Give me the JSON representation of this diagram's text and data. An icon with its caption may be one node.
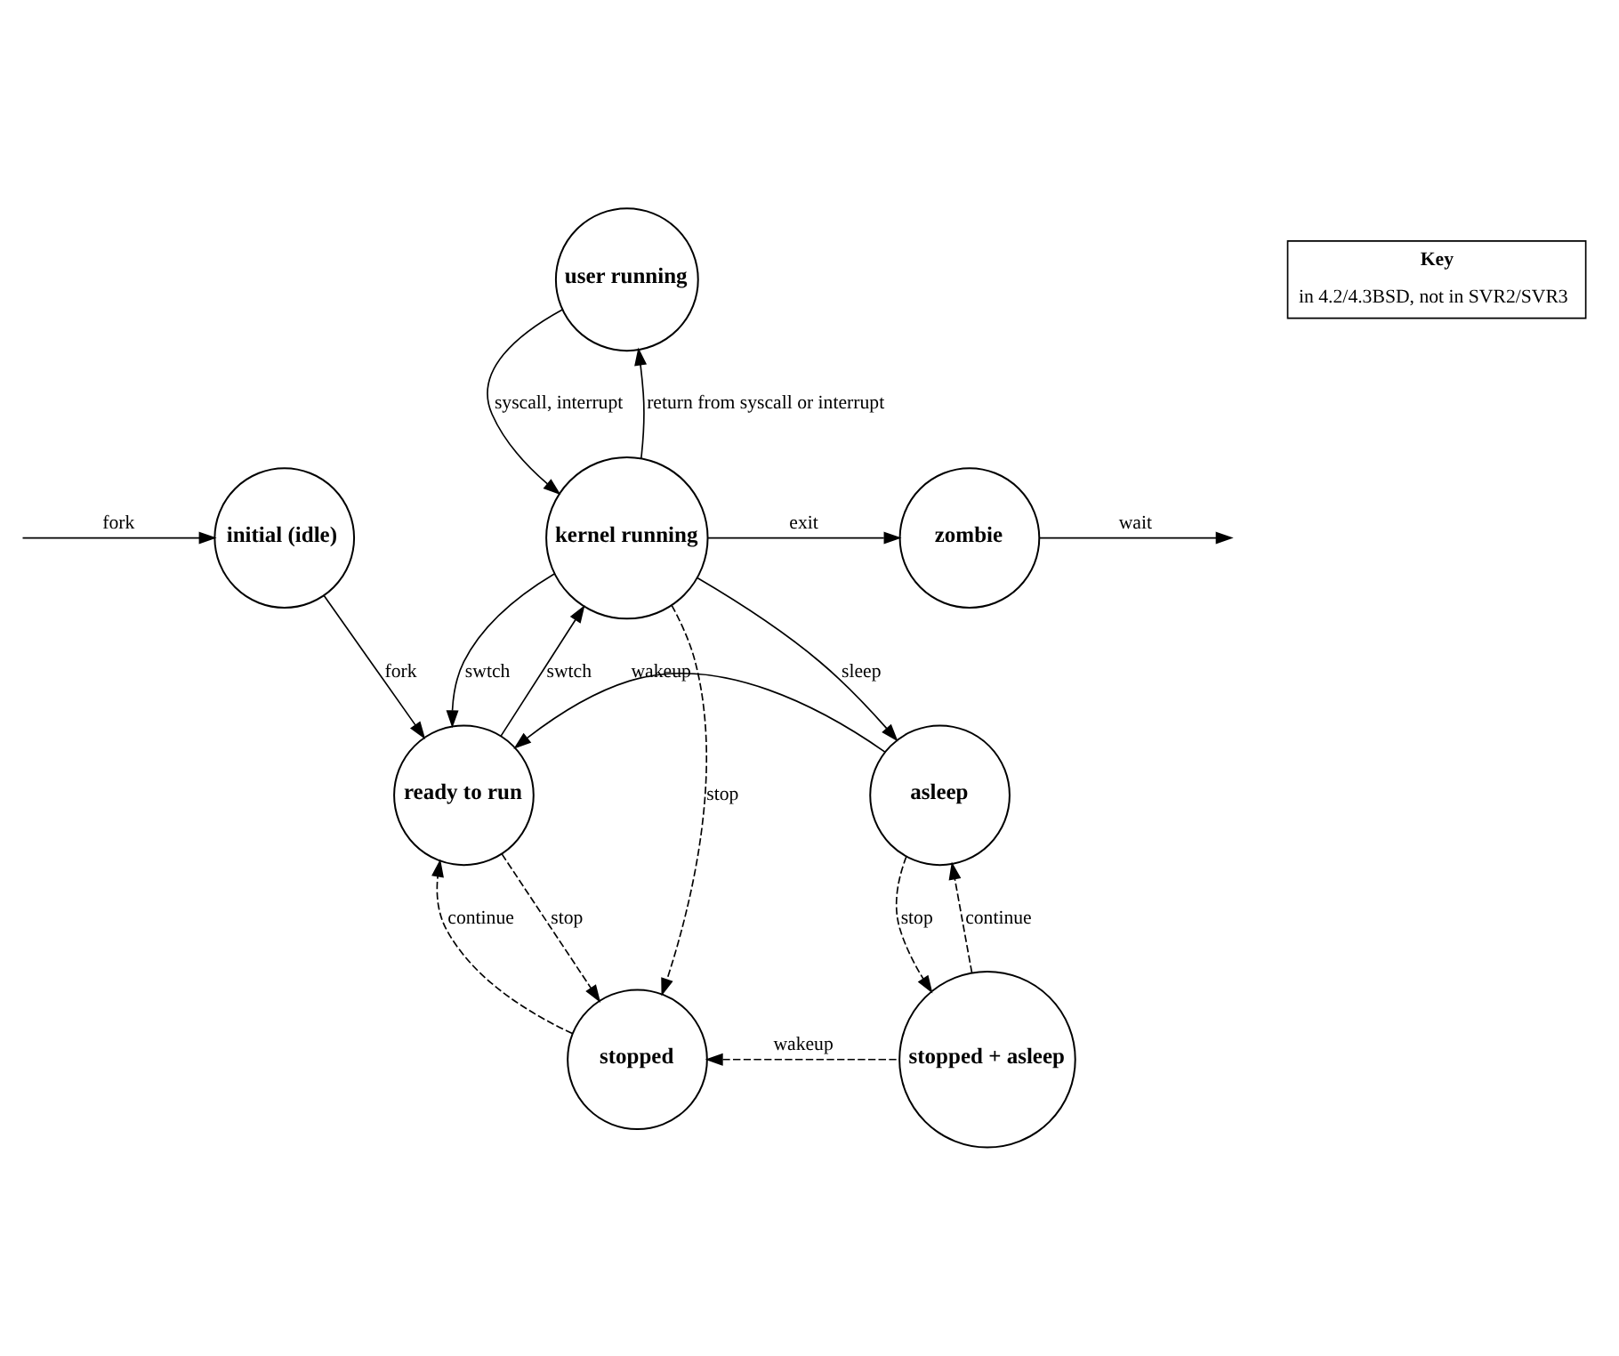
{
  "diagram": {
    "nodes": [
      {
        "text": [
          "user running"
        ]
      },
      {
        "text": [
          "initial (idle)"
        ]
      },
      {
        "text": [
          "kernel running"
        ]
      },
      {
        "text": [
          "zombie"
        ]
      },
      {
        "text": [
          "ready to run"
        ]
      },
      {
        "text": [
          "asleep"
        ]
      },
      {
        "text": [
          "stopped"
        ]
      },
      {
        "text": [
          "stopped + asleep"
        ]
      }
    ],
    "edges": [
      {
        "from": null,
        "to": 1,
        "arrow": "to",
        "label": "fork"
      },
      {
        "from": 0,
        "to": 2,
        "arrow": "to",
        "label": "syscall, interrupt"
      },
      {
        "from": 2,
        "to": 0,
        "arrow": "to",
        "label": "return from syscall or interrupt"
      },
      {
        "from": 1,
        "to": 4,
        "arrow": "to",
        "label": "fork"
      },
      {
        "from": 2,
        "to": 3,
        "arrow": "to",
        "label": "exit"
      },
      {
        "from": 3,
        "to": null,
        "arrow": "to",
        "label": "wait"
      },
      {
        "from": 4,
        "to": 2,
        "arrow": "to",
        "label": "swtch"
      },
      {
        "from": 2,
        "to": 4,
        "arrow": "to",
        "label": "swtch"
      },
      {
        "from": 2,
        "to": 5,
        "arrow": "to",
        "label": "sleep"
      },
      {
        "from": 5,
        "to": 4,
        "arrow": "to",
        "label": "wakeup"
      },
      {
        "from": 2,
        "to": 6,
        "arrow": "to",
        "label": "stop",
        "style": "dashed"
      },
      {
        "from": 4,
        "to": 6,
        "arrow": "to",
        "label": "stop",
        "style": "dashed"
      },
      {
        "from": 6,
        "to": 4,
        "arrow": "to",
        "label": "continue",
        "style": "dashed"
      },
      {
        "from": 5,
        "to": 7,
        "arrow": "to",
        "label": "stop",
        "style": "dashed"
      },
      {
        "from": 7,
        "to": 5,
        "arrow": "to",
        "label": "continue",
        "style": "dashed"
      },
      {
        "from": 7,
        "to": 6,
        "arrow": "to",
        "label": "wakeup",
        "style": "dashed"
      }
    ],
    "labels": [
      "Key"
    ],
    "legend": [
      {
        "text": "in 4.2/4.3BSD, not in SVR2/SVR3"
      }
    ]
  }
}
